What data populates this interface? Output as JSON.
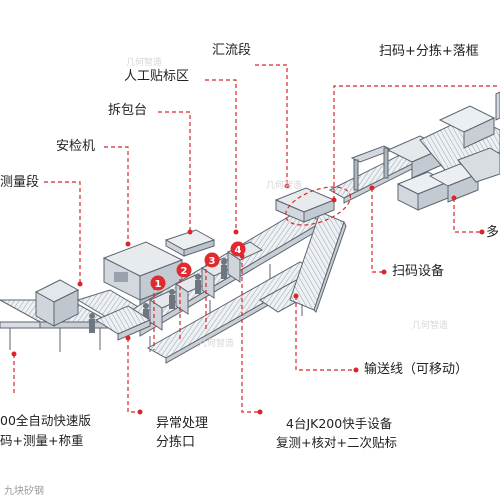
{
  "labels": {
    "merge": "汇流段",
    "scan_sort": "扫码+分拣+落框",
    "manual_label": "人工贴标区",
    "unpack": "拆包台",
    "security": "安检机",
    "measure": "测量段",
    "multi": "多",
    "scanner": "扫码设备",
    "conveyor": "输送线（可移动）",
    "auto_line1": "00全自动快速版",
    "auto_line2": "码+测量+称重",
    "exception_line1": "异常处理",
    "exception_line2": "分拣口",
    "jk_line1": "4台JK200快手设备",
    "jk_line2": "复测+核对+二次贴标"
  },
  "stations": [
    "1",
    "2",
    "3",
    "4"
  ],
  "watermark": "几何智造",
  "corner_mark": "九块矽钢",
  "colors": {
    "callout": "#d9262a",
    "badge": "#e02a2f",
    "machine": "#8a96a3",
    "frame": "#5c6570"
  }
}
